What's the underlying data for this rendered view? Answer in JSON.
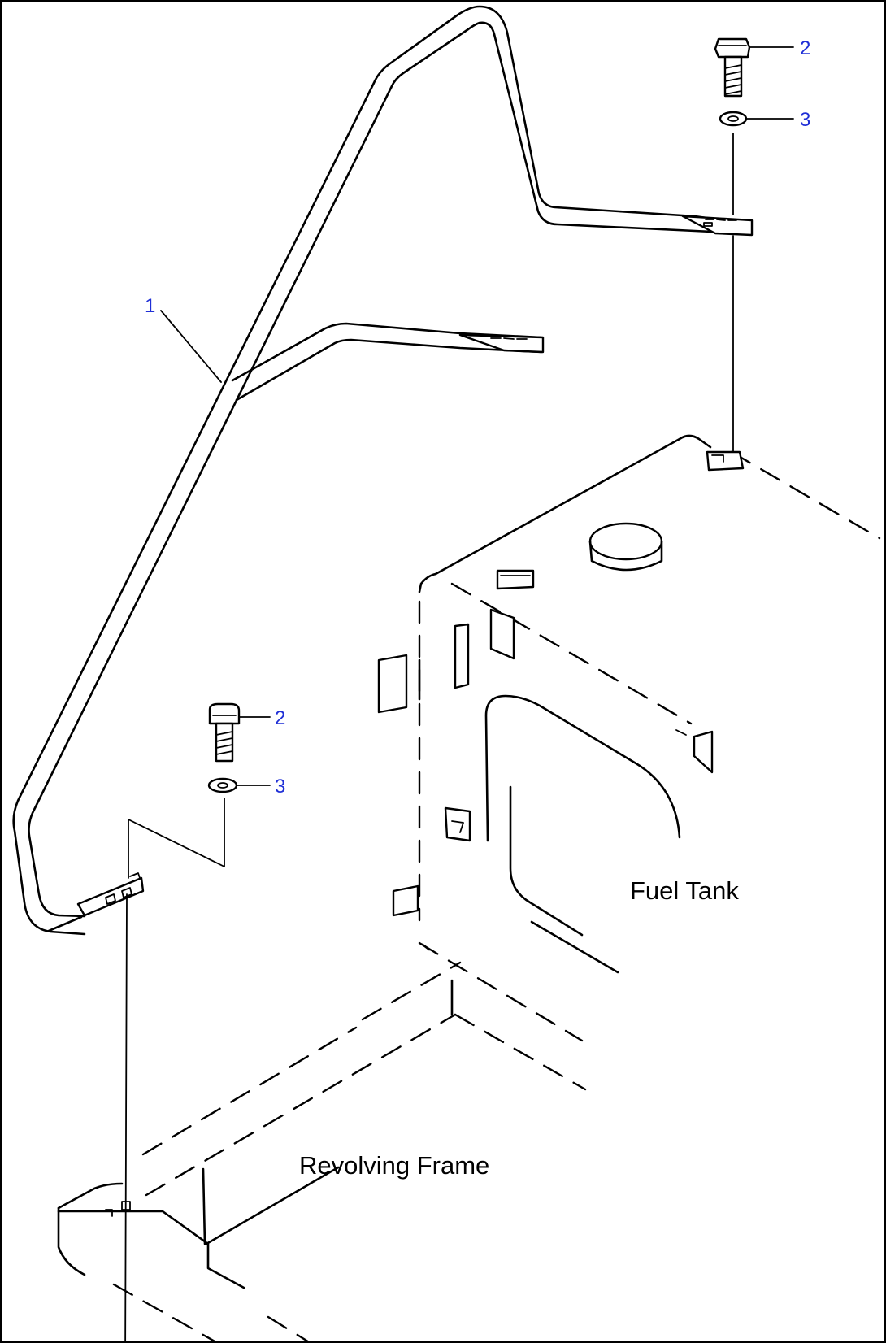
{
  "callouts": {
    "handrail": "1",
    "bolt_top": "2",
    "washer_top": "3",
    "bolt_bottom": "2",
    "washer_bottom": "3"
  },
  "labels": {
    "fuel_tank": "Fuel Tank",
    "revolving_frame": "Revolving Frame"
  },
  "colors": {
    "callout_blue": "#1f2fd6",
    "line_black": "#000000",
    "background": "#ffffff"
  }
}
